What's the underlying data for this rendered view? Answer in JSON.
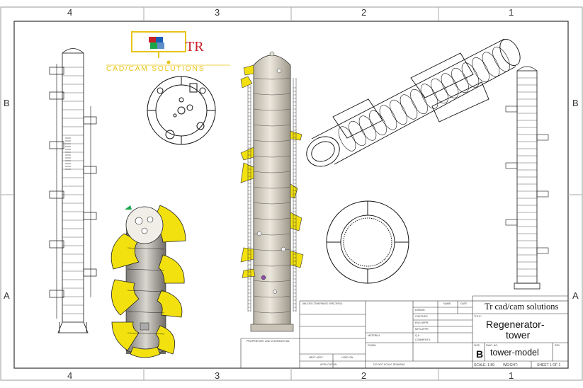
{
  "zones": {
    "columns": [
      "4",
      "3",
      "2",
      "1"
    ],
    "rows": [
      "B",
      "A"
    ]
  },
  "logo": {
    "mark": "TR",
    "tagline": "CAD/CAM SOLUTIONS"
  },
  "title_block": {
    "company": "Tr cad/cam solutions",
    "title_label": "TITLE:",
    "title_line1": "Regenerator-",
    "title_line2": "tower",
    "size_label": "SIZE",
    "size_value": "B",
    "dwg_no_label": "DWG. NO.",
    "dwg_no_value": "tower-model",
    "rev_label": "REV",
    "scale_label": "SCALE: 1:89",
    "weight_label": "WEIGHT:",
    "sheet_label": "SHEET 1 OF 1",
    "name_header": "NAME",
    "date_header": "DATE",
    "drawn_label": "DRAWN",
    "checked_label": "CHECKED",
    "eng_appr_label": "ENG APPR.",
    "mfg_appr_label": "MFG APPR.",
    "qa_label": "Q.A.",
    "comments_label": "COMMENTS:",
    "next_assy_label": "NEXT ASSY",
    "used_on_label": "USED ON",
    "application_label": "APPLICATION",
    "do_not_scale_label": "DO NOT SCALE DRAWING",
    "finish_label": "FINISH",
    "material_label": "MATERIAL",
    "proprietary_label": "PROPRIETARY AND CONFIDENTIAL",
    "dims_label": "UNLESS OTHERWISE SPECIFIED:"
  },
  "colors": {
    "accent_yellow": "#f2e10e",
    "body_gray": "#d8d2c4",
    "logo_red": "#c8202a",
    "logo_yellow": "#e8c419",
    "logo_green": "#19a64a",
    "logo_blue": "#1a5fb4"
  }
}
